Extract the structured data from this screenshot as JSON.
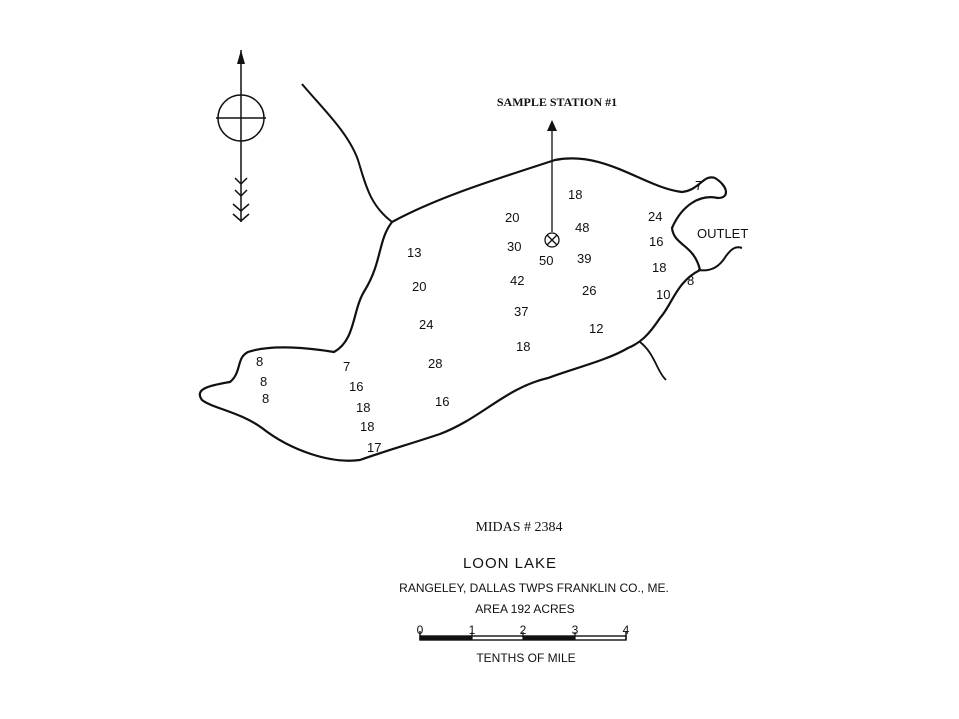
{
  "sample_station_label": "SAMPLE STATION #1",
  "outlet_label": "OUTLET",
  "midas": "MIDAS # 2384",
  "title": "LOON LAKE",
  "location": "RANGELEY, DALLAS TWPS  FRANKLIN CO., ME.",
  "area": "AREA  192 ACRES",
  "scale": {
    "ticks": [
      "0",
      "1",
      "2",
      "3",
      "4"
    ],
    "unit_label": "TENTHS  OF  MILE"
  },
  "north_arrow_icon": "north-arrow-icon",
  "sample_station_marker_icon": "crossed-circle-icon",
  "soundings": [
    {
      "value": "7"
    },
    {
      "value": "18"
    },
    {
      "value": "24"
    },
    {
      "value": "20"
    },
    {
      "value": "48"
    },
    {
      "value": "16"
    },
    {
      "value": "30"
    },
    {
      "value": "13"
    },
    {
      "value": "50"
    },
    {
      "value": "39"
    },
    {
      "value": "18"
    },
    {
      "value": "8"
    },
    {
      "value": "42"
    },
    {
      "value": "20"
    },
    {
      "value": "26"
    },
    {
      "value": "10"
    },
    {
      "value": "37"
    },
    {
      "value": "24"
    },
    {
      "value": "12"
    },
    {
      "value": "18"
    },
    {
      "value": "8"
    },
    {
      "value": "7"
    },
    {
      "value": "28"
    },
    {
      "value": "8"
    },
    {
      "value": "16"
    },
    {
      "value": "8"
    },
    {
      "value": "16"
    },
    {
      "value": "18"
    },
    {
      "value": "18"
    },
    {
      "value": "17"
    }
  ]
}
